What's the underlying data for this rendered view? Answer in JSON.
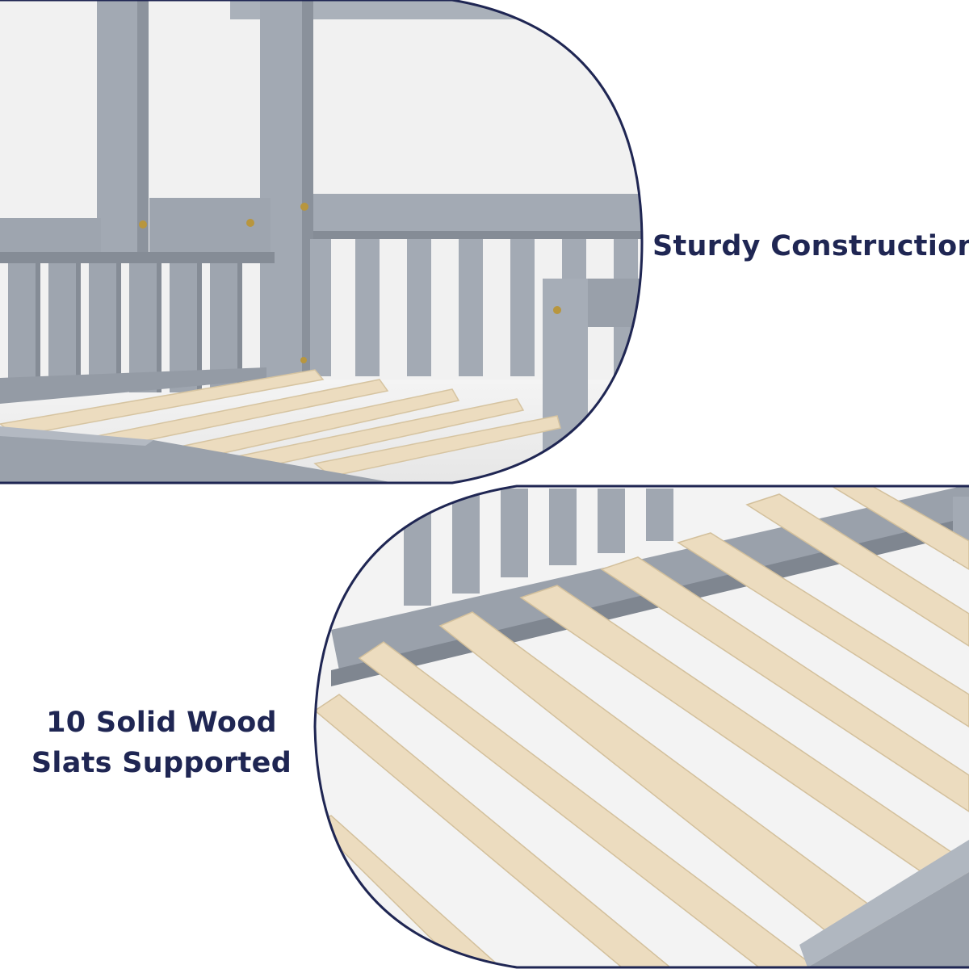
{
  "panels": {
    "top": {
      "caption": "Sturdy Construction",
      "image": "bed-frame-guardrail-closeup"
    },
    "bottom": {
      "caption_lines": [
        "10 Solid Wood",
        "Slats Supported"
      ],
      "image": "bed-slats-closeup"
    }
  },
  "colors": {
    "frame": "#9aa2ad",
    "frame_shadow": "#7d8590",
    "slat": "#ead9bb",
    "slat_shadow": "#d4c29f",
    "border": "#1f2653",
    "caption": "#1f2653",
    "background": "#ffffff"
  }
}
